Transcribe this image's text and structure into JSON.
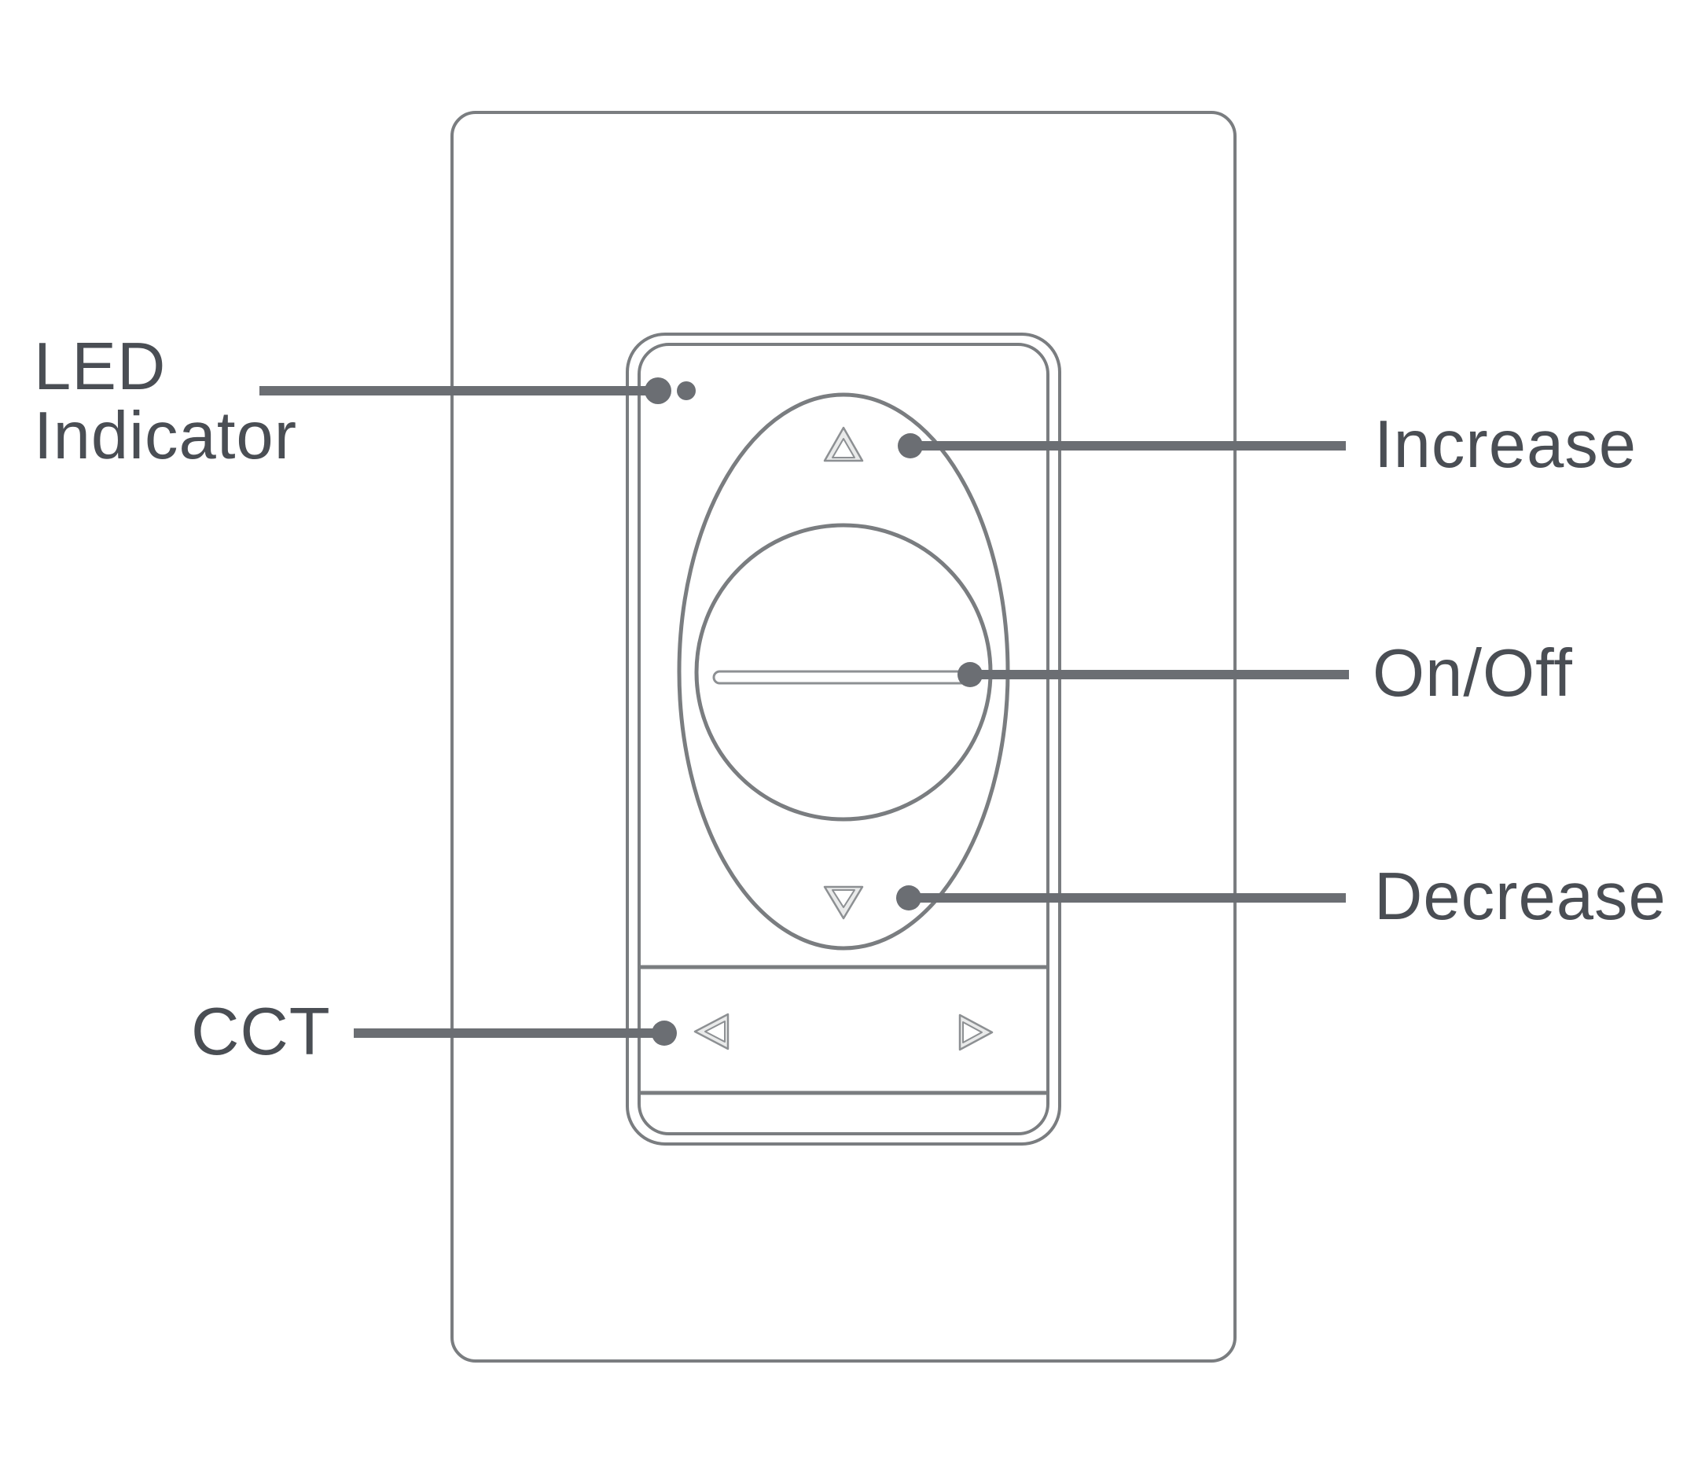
{
  "diagram": {
    "labels": {
      "led": {
        "lines": [
          "LED",
          "Indicator"
        ]
      },
      "increase": {
        "text": "Increase"
      },
      "onoff": {
        "text": "On/Off"
      },
      "decrease": {
        "text": "Decrease"
      },
      "cct": {
        "text": "CCT"
      }
    },
    "icons": {
      "led_indicator_dots": "two-dots",
      "increase_button": "triangle-up-outline",
      "decrease_button": "triangle-down-outline",
      "cct_left_button": "triangle-left-outline",
      "cct_right_button": "triangle-right-outline"
    }
  },
  "colors": {
    "outline": "#7a7d80",
    "leader": "#6b6e73",
    "text": "#4a4e54",
    "button_fill": "#e9eaea",
    "button_stroke": "#8d9093",
    "background": "#ffffff"
  }
}
